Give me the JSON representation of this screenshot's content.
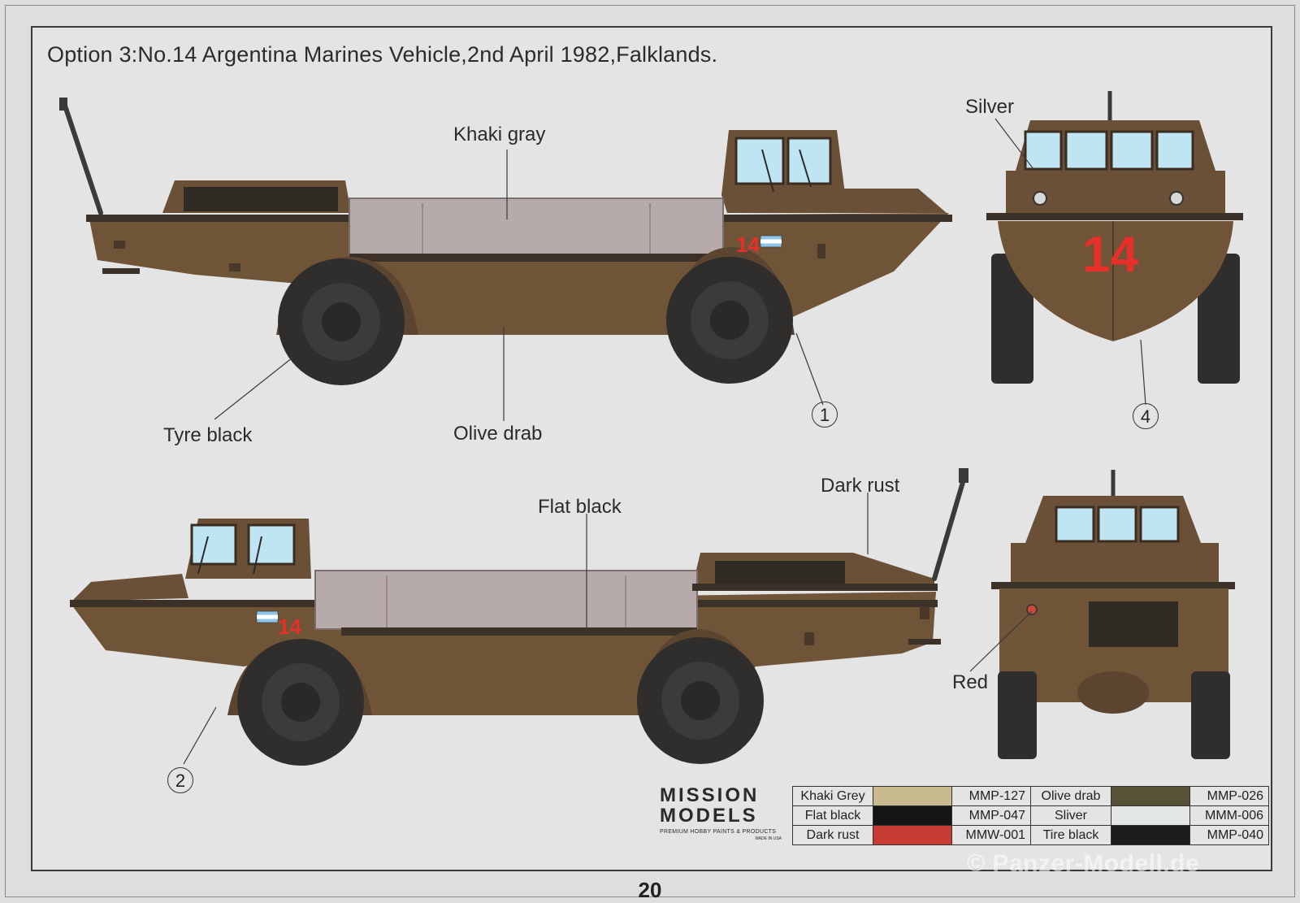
{
  "title": "Option 3:No.14 Argentina Marines Vehicle,2nd April 1982,Falklands.",
  "callouts": {
    "khaki_gray": "Khaki gray",
    "silver": "Silver",
    "tyre_black": "Tyre black",
    "olive_drab": "Olive drab",
    "flat_black": "Flat black",
    "dark_rust": "Dark rust",
    "red": "Red"
  },
  "markers": {
    "m1": "1",
    "m2": "2",
    "m4": "4"
  },
  "vehicle_number": "14",
  "colors": {
    "hull": "#6f5438",
    "hull_dark": "#5c4530",
    "cargo": "#b7aaab",
    "glass": "#bfe4f2",
    "tyre": "#2f2e2c",
    "marking_red": "#e8302a"
  },
  "logo": {
    "line1": "MISSION",
    "line2": "MODELS",
    "tagline": "PREMIUM HOBBY PAINTS & PRODUCTS",
    "made": "MADE IN USA"
  },
  "paint_table": [
    [
      {
        "name": "Khaki Grey",
        "color": "#c8b98f",
        "code": "MMP-127"
      },
      {
        "name": "Olive drab",
        "color": "#565238",
        "code": "MMP-026"
      }
    ],
    [
      {
        "name": "Flat black",
        "color": "#151515",
        "code": "MMP-047"
      },
      {
        "name": "Sliver",
        "color": "#e3e6e6",
        "code": "MMM-006"
      }
    ],
    [
      {
        "name": "Dark rust",
        "color": "#c63b32",
        "code": "MMW-001"
      },
      {
        "name": "Tire black",
        "color": "#1c1c1c",
        "code": "MMP-040"
      }
    ]
  ],
  "page_number": "20",
  "watermark": "© Panzer-Modell.de"
}
